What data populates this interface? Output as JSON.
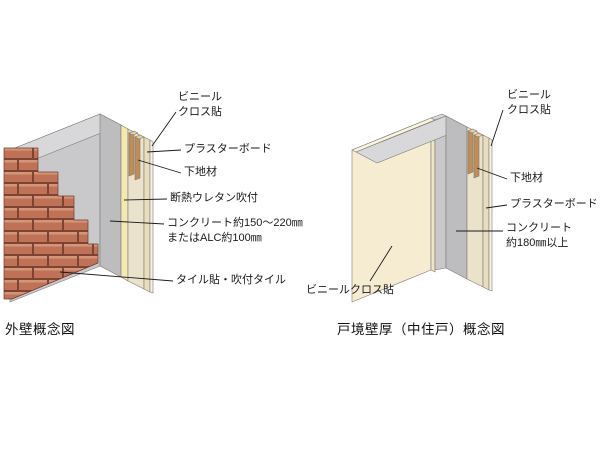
{
  "page": {
    "background": "#ffffff"
  },
  "colors": {
    "brick": "#bf7257",
    "brick_light": "#d49579",
    "mortar": "#7e4433",
    "concrete_light": "#d8d8da",
    "concrete_mid": "#c9c9cb",
    "concrete_dark": "#bdbdc0",
    "urethane": "#f2e8b0",
    "cavity": "#ebe2cc",
    "wood": "#c08d58",
    "wood_top": "#e8cfa0",
    "plasterboard": "#e9ddbd",
    "vinyl": "#f7f2e4",
    "cream": "#f5ecd2",
    "cream_light": "#f9f3e0",
    "cream_dark": "#eee4c6",
    "leader": "#1a1a1a",
    "text": "#1a1a1a"
  },
  "exterior_wall": {
    "caption": "外壁概念図",
    "labels": {
      "vinyl_cloth": "ビニール\nクロス貼",
      "plasterboard": "プラスターボード",
      "base_material": "下地材",
      "urethane": "断熱ウレタン吹付",
      "concrete": "コンクリート約150〜220㎜\nまたはALC約100㎜",
      "tile": "タイル貼・吹付タイル"
    }
  },
  "partition_wall": {
    "caption": "戸境壁厚（中住戸）概念図",
    "labels": {
      "vinyl_cloth_right": "ビニール\nクロス貼",
      "base_material": "下地材",
      "plasterboard": "プラスターボード",
      "concrete": "コンクリート\n約180㎜以上",
      "vinyl_cloth_front": "ビニールクロス貼"
    }
  }
}
